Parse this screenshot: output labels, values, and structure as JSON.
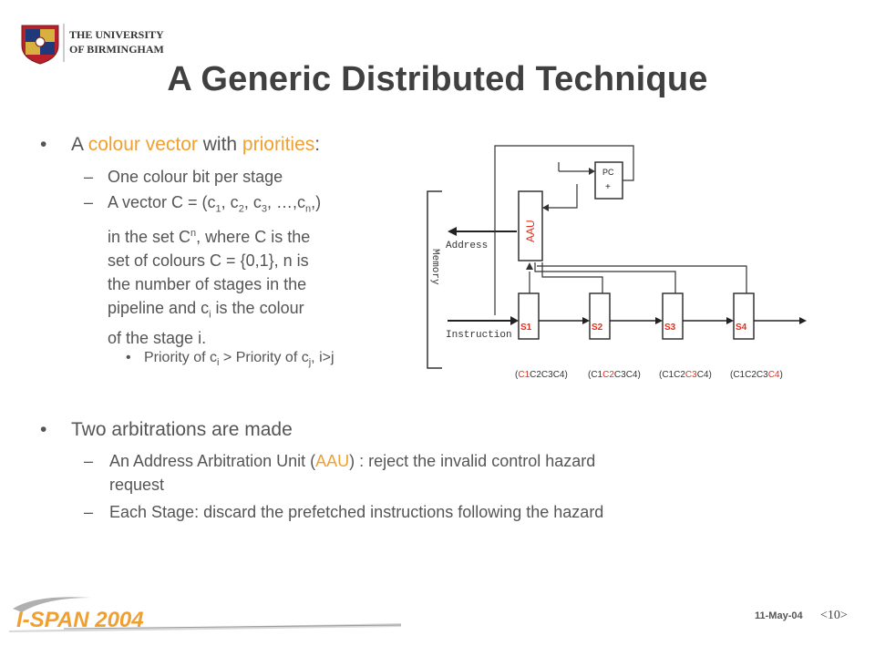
{
  "logo": {
    "line1": "THE UNIVERSITY",
    "line2": "OF BIRMINGHAM"
  },
  "title": "A Generic Distributed Technique",
  "bullet1": {
    "pre": "A ",
    "hl1": "colour vector",
    "mid": " with ",
    "hl2": "priorities",
    "post": ":"
  },
  "sub1": "One colour bit per stage",
  "sub2": {
    "l1_pre": "A vector C = (c",
    "l2": "in the set C",
    "l2_post": ", where C is the",
    "l3": "set of  colours  C = {0,1}, n is",
    "l4": "the number of stages in the",
    "l5_pre": "pipeline and c",
    "l5_post": " is  the colour",
    "l6": "of the stage i."
  },
  "subsub1": {
    "pre": "Priority of c",
    "mid": " > Priority of c",
    "post": ",  i>j"
  },
  "bullet2": "Two arbitrations are made",
  "sub3": {
    "pre": "An Address Arbitration Unit (",
    "hl": "AAU",
    "post": ") : reject the invalid control hazard",
    "l2": "request"
  },
  "sub4": "Each Stage: discard the prefetched instructions following the hazard",
  "diagram": {
    "memory": "Memory",
    "address": "Address",
    "instruction": "Instruction",
    "aau": "AAU",
    "pc": "PC",
    "plus": "+",
    "stages": [
      "S1",
      "S2",
      "S3",
      "S4"
    ],
    "vectors": [
      "(C1C2C3C4)",
      "(C1C2C3C4)",
      "(C1C2C3C4)",
      "(C1C2C3C4)"
    ]
  },
  "footer": {
    "brand": "I-SPAN 2004",
    "date": "11-May-04",
    "page": "<10>"
  },
  "colors": {
    "accent": "#f0a030",
    "red": "#e03020",
    "title": "#404040"
  }
}
